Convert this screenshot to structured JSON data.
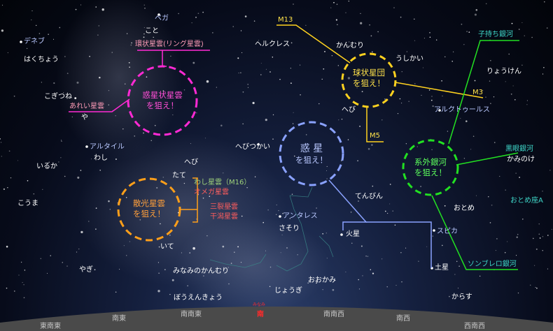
{
  "stars": {
    "vega": "ベガ",
    "koto": "こと",
    "deneb": "デネブ",
    "hakuchou": "はくちょう",
    "kogitsune": "こぎつね",
    "ya": "や",
    "altair": "アルタイル",
    "washi": "わし",
    "iruka": "いるか",
    "kouma": "こうま",
    "hercules": "ヘルクレス",
    "kanmuri": "かんむり",
    "ushikai": "うしかい",
    "ryouken": "りょうけん",
    "hebi_top": "へび",
    "arcturus": "アルクトゥールス",
    "hebitsukai": "へびつかい",
    "hebi_left": "へび",
    "tate": "たて",
    "tenbin": "てんびん",
    "kaminoke": "かみのけ",
    "otome": "おとめ",
    "otome_za": "おとめ座A",
    "antares": "アンタレス",
    "sasori": "さそり",
    "spica": "スピカ",
    "ite": "いて",
    "yagi": "やぎ",
    "minaminokanmuri": "みなみのかんむり",
    "ookami": "おおかみ",
    "jougi": "じょうぎ",
    "bouenkyou": "ぼうえんきょう",
    "karasu": "からす",
    "kasei": "火星",
    "dosei": "土星"
  },
  "objects": {
    "ring_nebula": "環状星雲(リング星雲)",
    "m13": "M13",
    "m5": "M5",
    "m3": "M3",
    "komochi": "子持ち銀河",
    "kokugan": "黒眼銀河",
    "sombrero": "ソンブレロ銀河",
    "aware": "あれい星雲",
    "washi_seiun": "わし星雲（M16）",
    "omega": "オメガ星雲",
    "sanretsu": "三裂星雲",
    "senkata": "干潟星雲"
  },
  "targets": {
    "planetary": [
      "惑星状星雲",
      "を狙え！"
    ],
    "globular": [
      "球状星団",
      "を狙え！"
    ],
    "planet": [
      "惑 星",
      "を狙え！"
    ],
    "galaxy": [
      "系外銀河",
      "を狙え！"
    ],
    "open": [
      "散光星雲",
      "を狙え！"
    ]
  },
  "horizon": {
    "ese": "東南東",
    "se": "南東",
    "sse": "南南東",
    "south_ruby": "みなみ",
    "south": "南",
    "ssw": "南南西",
    "sw": "南西",
    "wsw": "西南西"
  },
  "colors": {
    "planetary": "#ff2ad4",
    "globular": "#ffd21f",
    "planet": "#8aa2ff",
    "galaxy": "#22e022",
    "open": "#ff9f1a",
    "galaxy_label": "#3ed6c8"
  }
}
